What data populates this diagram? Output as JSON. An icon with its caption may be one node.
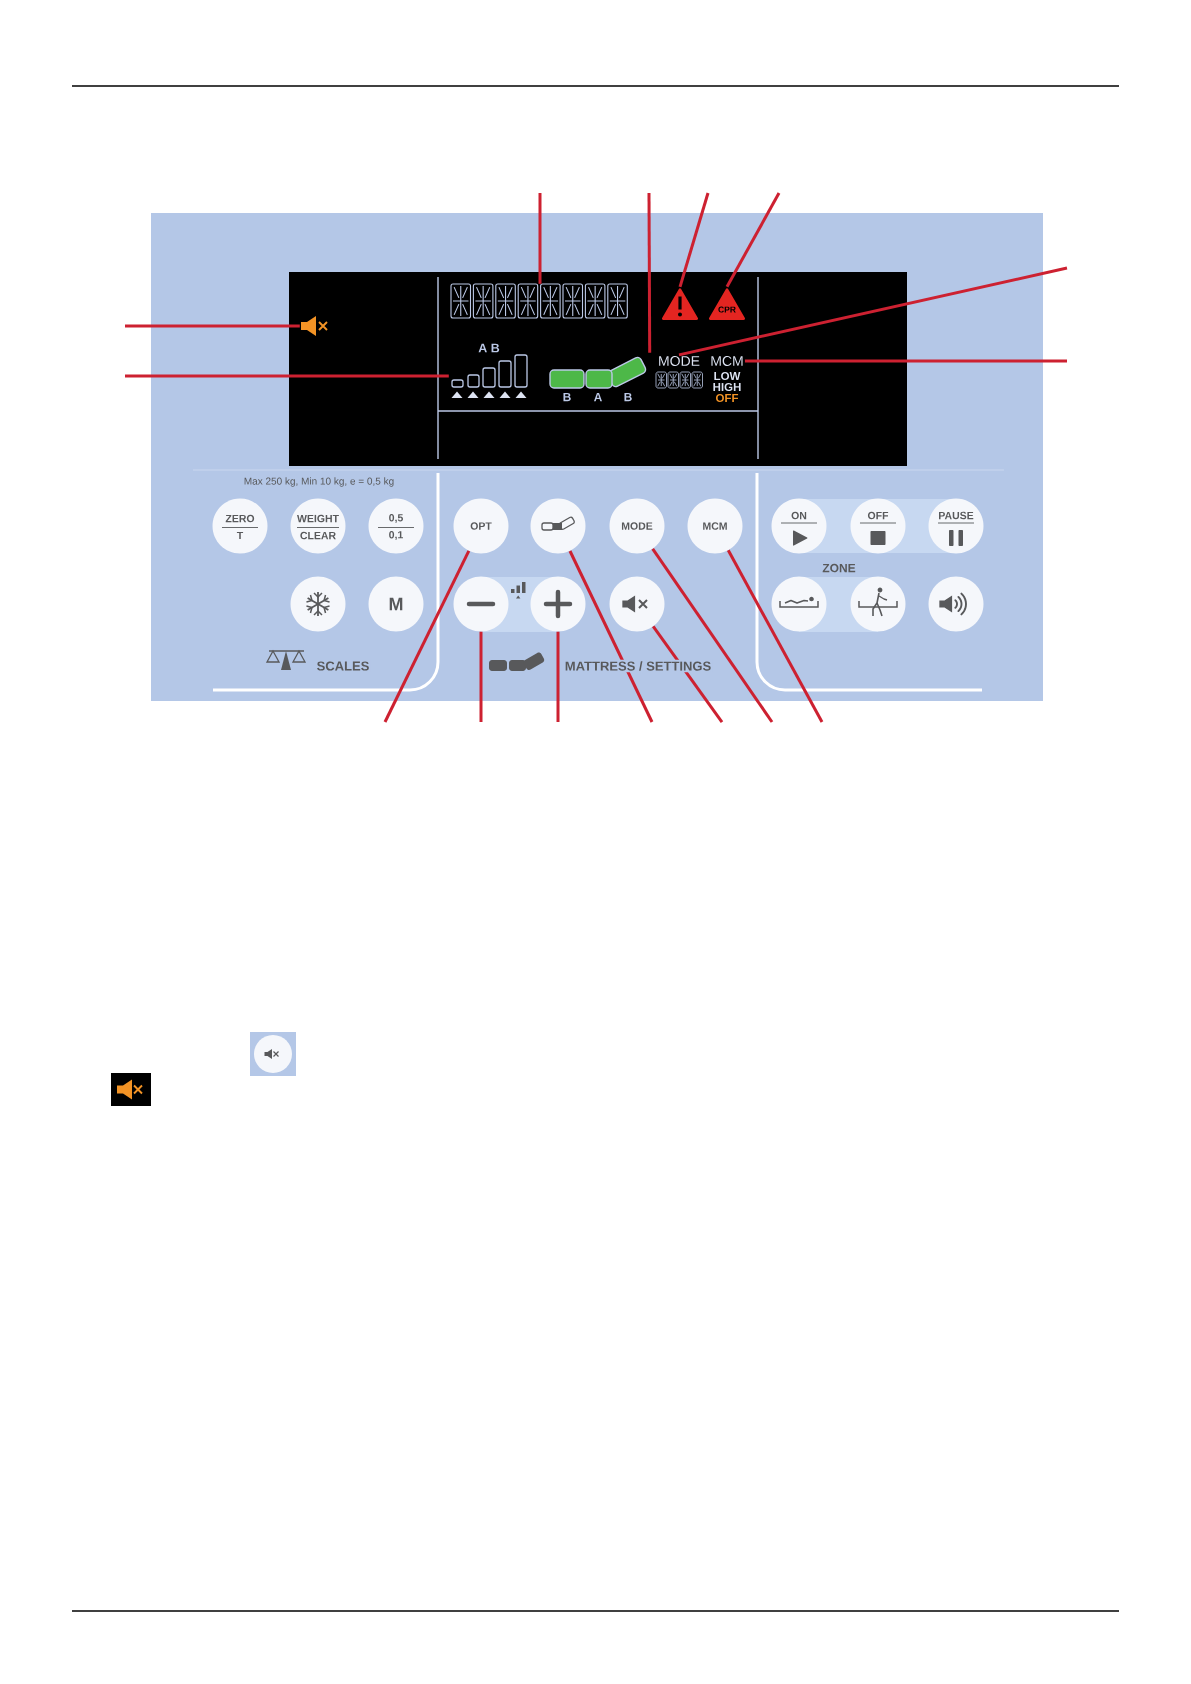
{
  "diagram": {
    "nodes": [
      {
        "text": [],
        "shape": "box"
      },
      {
        "text": [],
        "shape": "box",
        "in": 0
      },
      {
        "text": [],
        "shape": "picture",
        "in": 1
      },
      {
        "text": [],
        "shape": "picture",
        "in": 1
      },
      {
        "text": [],
        "shape": "triangle",
        "in": 1
      },
      {
        "text": [
          "CPR"
        ],
        "in": 1
      },
      {
        "text": [],
        "shape": "picture",
        "beside": [
          "A B"
        ],
        "in": 1
      },
      {
        "text": [],
        "shape": "picture",
        "beside": [
          "B",
          "A",
          "B"
        ],
        "in": 1
      },
      {
        "text": [
          "MODE"
        ],
        "in": 1
      },
      {
        "text": [
          "MCM"
        ],
        "beside": [
          "LOW",
          "HIGH",
          "OFF"
        ],
        "in": 1
      },
      {
        "text": [
          "ZERO",
          "T"
        ],
        "in": 0
      },
      {
        "text": [
          "WEIGHT",
          "CLEAR"
        ],
        "in": 0
      },
      {
        "text": [
          "0,5",
          "0,1"
        ],
        "in": 0
      },
      {
        "text": [
          "OPT"
        ],
        "in": 0
      },
      {
        "text": [],
        "shape": "circle",
        "in": 0
      },
      {
        "text": [
          "MODE"
        ],
        "in": 0
      },
      {
        "text": [
          "MCM"
        ],
        "in": 0
      },
      {
        "text": [
          "ON"
        ],
        "in": 0
      },
      {
        "text": [
          "OFF"
        ],
        "in": 0
      },
      {
        "text": [
          "PAUSE"
        ],
        "in": 0
      },
      {
        "text": [],
        "shape": "circle",
        "in": 0
      },
      {
        "text": [
          "M"
        ],
        "in": 0
      },
      {
        "text": [],
        "shape": "circle",
        "in": 0
      },
      {
        "text": [],
        "shape": "circle",
        "in": 0
      },
      {
        "text": [],
        "shape": "circle",
        "in": 0
      },
      {
        "text": [],
        "shape": "circle",
        "in": 0
      },
      {
        "text": [],
        "shape": "circle",
        "in": 0
      },
      {
        "text": [],
        "shape": "circle",
        "in": 0
      }
    ],
    "edges": [
      {
        "from": null,
        "to": 2,
        "arrow": "none"
      },
      {
        "from": null,
        "to": 3,
        "arrow": "none"
      },
      {
        "from": null,
        "to": 4,
        "arrow": "none"
      },
      {
        "from": null,
        "to": 5,
        "arrow": "none"
      },
      {
        "from": null,
        "to": 6,
        "arrow": "none"
      },
      {
        "from": null,
        "to": 7,
        "arrow": "none"
      },
      {
        "from": null,
        "to": 8,
        "arrow": "none"
      },
      {
        "from": null,
        "to": 9,
        "arrow": "none"
      },
      {
        "from": null,
        "to": 13,
        "arrow": "none"
      },
      {
        "from": null,
        "to": 22,
        "arrow": "none"
      },
      {
        "from": null,
        "to": 23,
        "arrow": "none"
      },
      {
        "from": null,
        "to": 14,
        "arrow": "none"
      },
      {
        "from": null,
        "to": 24,
        "arrow": "none"
      },
      {
        "from": null,
        "to": 15,
        "arrow": "none"
      },
      {
        "from": null,
        "to": 16,
        "arrow": "none"
      }
    ],
    "labels": [
      "Max 250 kg, Min 10 kg, e = 0,5 kg",
      "ZONE",
      "SCALES",
      "MATTRESS / SETTINGS"
    ]
  }
}
